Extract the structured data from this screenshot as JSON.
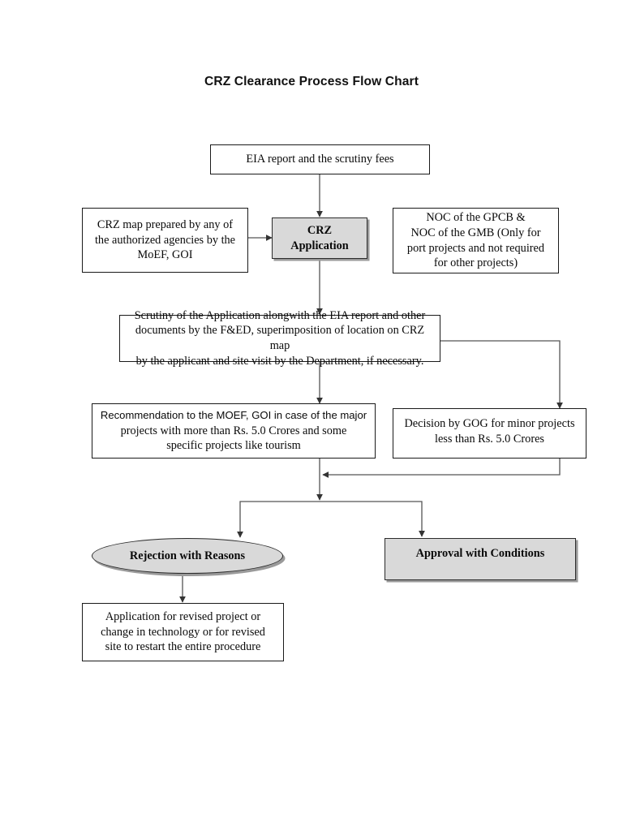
{
  "page": {
    "title": "CRZ Clearance Process Flow Chart",
    "background": "#ffffff",
    "shaded_fill": "#d9d9d9",
    "line_color": "#333333",
    "border_color": "#1a1a1a"
  },
  "chart_data": {
    "type": "diagram",
    "title": "CRZ Clearance Process Flow Chart",
    "nodes": [
      {
        "id": "eia",
        "shape": "rect",
        "style": "plain",
        "lines": [
          "EIA report and the scrutiny fees"
        ],
        "text": "EIA report and the scrutiny fees"
      },
      {
        "id": "crz_map",
        "shape": "rect",
        "style": "plain",
        "lines": [
          "CRZ map prepared by any of",
          "the authorized agencies by the",
          "MoEF, GOI"
        ],
        "text": "CRZ map prepared by any of the authorized agencies by the MoEF, GOI"
      },
      {
        "id": "crz_application",
        "shape": "rect",
        "style": "shaded",
        "lines": [
          "CRZ",
          "Application"
        ],
        "text": "CRZ Application"
      },
      {
        "id": "noc",
        "shape": "rect",
        "style": "plain",
        "lines": [
          "NOC of the GPCB &",
          "NOC of the GMB (Only for",
          "port projects and not required",
          "for other projects)"
        ],
        "text": "NOC of the GPCB & NOC of the GMB (Only for port projects and not required for other projects)"
      },
      {
        "id": "scrutiny",
        "shape": "rect",
        "style": "plain",
        "lines": [
          "Scrutiny of the Application alongwith the EIA report and other",
          "documents by the F&ED, superimposition of location on CRZ map",
          "by the applicant and site visit by the Department, if necessary."
        ],
        "text": "Scrutiny of the Application alongwith the EIA report and other documents by the F&ED, superimposition of location on CRZ map by the applicant and site visit by the Department, if necessary."
      },
      {
        "id": "recommendation",
        "shape": "rect",
        "style": "plain",
        "lines": [
          "Recommendation to the MOEF, GOI in case of the major",
          "projects with more than Rs. 5.0 Crores and some",
          "specific projects like tourism"
        ],
        "text": "Recommendation to the MOEF, GOI in case of the major projects with more than Rs. 5.0 Crores and some specific projects like tourism"
      },
      {
        "id": "decision_gog",
        "shape": "rect",
        "style": "plain",
        "lines": [
          "Decision by GOG for minor projects",
          "less than Rs. 5.0 Crores"
        ],
        "text": "Decision by GOG for minor projects less than Rs. 5.0 Crores"
      },
      {
        "id": "rejection",
        "shape": "ellipse",
        "style": "shaded",
        "lines": [
          "Rejection with Reasons"
        ],
        "text": "Rejection with Reasons"
      },
      {
        "id": "approval",
        "shape": "rect",
        "style": "shaded",
        "lines": [
          "Approval with Conditions"
        ],
        "text": "Approval with Conditions"
      },
      {
        "id": "revised_application",
        "shape": "rect",
        "style": "plain",
        "lines": [
          "Application for revised project or",
          "change in technology or for revised",
          "site to restart the entire procedure"
        ],
        "text": "Application for revised project or change in technology or for revised site to restart the entire procedure"
      }
    ],
    "edges": [
      {
        "from": "eia",
        "to": "crz_application",
        "arrow": true
      },
      {
        "from": "crz_map",
        "to": "crz_application",
        "arrow": true
      },
      {
        "from": "crz_application",
        "to": "scrutiny",
        "arrow": true
      },
      {
        "from": "scrutiny",
        "to": "recommendation",
        "arrow": true
      },
      {
        "from": "scrutiny",
        "to": "decision_gog",
        "arrow": true
      },
      {
        "from": "recommendation",
        "to": "merge-junction",
        "arrow": true
      },
      {
        "from": "decision_gog",
        "to": "merge-junction",
        "arrow": true
      },
      {
        "from": "merge-junction",
        "to": "rejection",
        "arrow": true
      },
      {
        "from": "merge-junction",
        "to": "approval",
        "arrow": true
      },
      {
        "from": "rejection",
        "to": "revised_application",
        "arrow": true
      }
    ]
  }
}
